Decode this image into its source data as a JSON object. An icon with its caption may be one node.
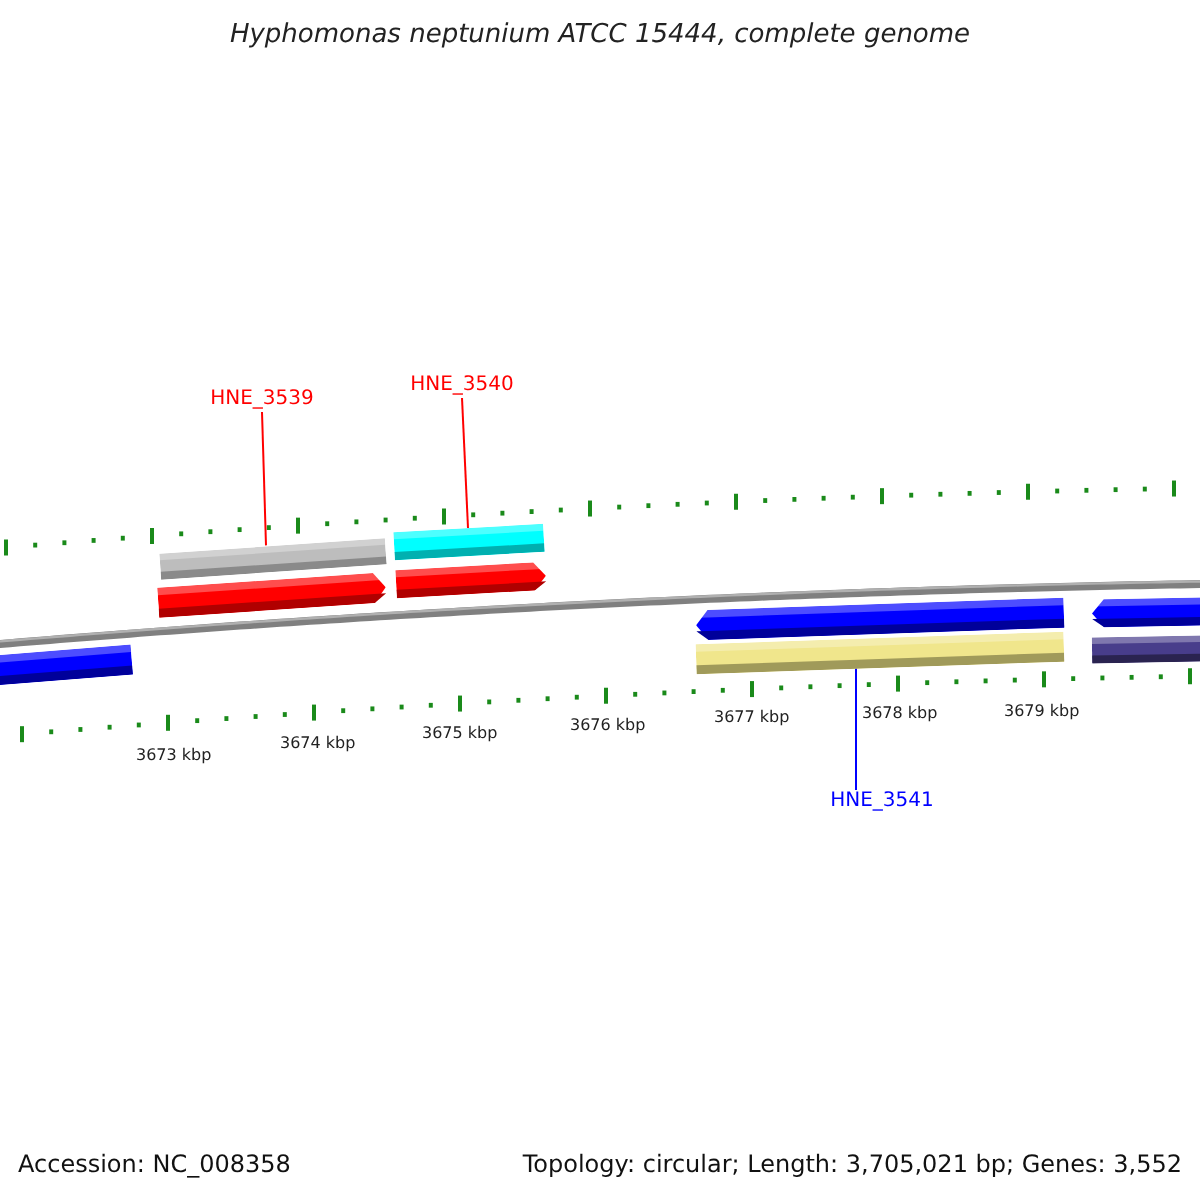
{
  "diagram": {
    "title": "Hyphomonas neptunium ATCC 15444, complete genome",
    "nodes": [
      {
        "text": [
          "HNE_3539"
        ]
      },
      {
        "text": [
          "HNE_3540"
        ]
      },
      {
        "text": [],
        "shape": "bar"
      },
      {
        "text": [],
        "shape": "bar"
      },
      {
        "text": [],
        "shape": "arrow"
      },
      {
        "text": [],
        "shape": "arrow"
      },
      {
        "text": [],
        "shape": "arrow"
      },
      {
        "text": [],
        "shape": "arrow"
      },
      {
        "text": [],
        "shape": "bar"
      },
      {
        "text": [],
        "shape": "bar"
      },
      {
        "text": [],
        "shape": "bar"
      },
      {
        "text": [
          "HNE_3541"
        ]
      }
    ],
    "edges": [
      {
        "from": 0,
        "to": 2,
        "arrow": "none"
      },
      {
        "from": 1,
        "to": 3,
        "arrow": "none"
      },
      {
        "from": 11,
        "to": 9,
        "arrow": "none",
        "color": "#0000ff"
      }
    ],
    "labels": [
      "3673 kbp",
      "3674 kbp",
      "3675 kbp",
      "3676 kbp",
      "3677 kbp",
      "3678 kbp",
      "3679 kbp",
      "Accession: NC_008358",
      "Topology: circular; Length: 3,705,021 bp; Genes: 3,552"
    ]
  }
}
